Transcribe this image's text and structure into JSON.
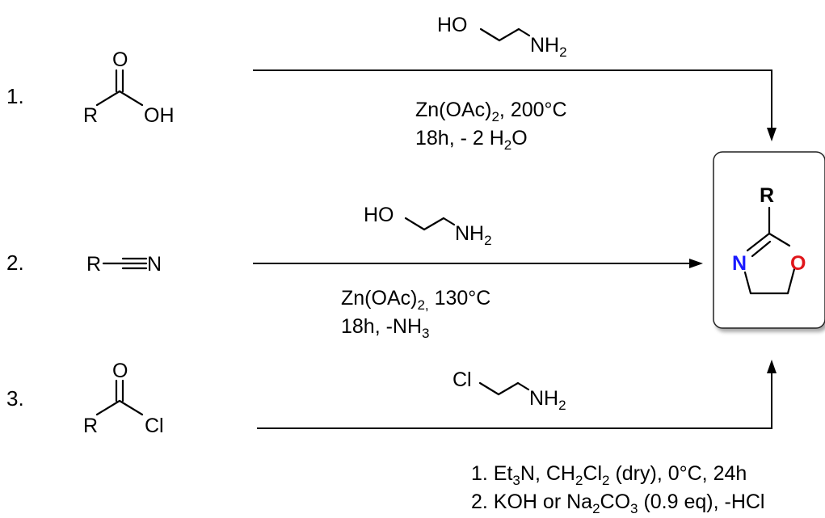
{
  "reactions": [
    {
      "number": "1.",
      "reactant": {
        "R": "R",
        "O": "O",
        "OH": "OH"
      },
      "reagent": {
        "HO": "HO",
        "NH": "NH",
        "sub": "2"
      },
      "conditions": [
        [
          {
            "t": "Zn(OAc)"
          },
          {
            "t": "2",
            "sub": true
          },
          {
            "t": ", 200°C"
          }
        ],
        [
          {
            "t": "18h, - 2 H"
          },
          {
            "t": "2",
            "sub": true
          },
          {
            "t": "O"
          }
        ]
      ]
    },
    {
      "number": "2.",
      "reactant": {
        "R": "R",
        "N": "N"
      },
      "reagent": {
        "HO": "HO",
        "NH": "NH",
        "sub": "2"
      },
      "conditions": [
        [
          {
            "t": "Zn(OAc)"
          },
          {
            "t": "2,",
            "sub": true
          },
          {
            "t": " 130°C"
          }
        ],
        [
          {
            "t": "18h, -NH"
          },
          {
            "t": "3",
            "sub": true
          }
        ]
      ]
    },
    {
      "number": "3.",
      "reactant": {
        "R": "R",
        "O": "O",
        "Cl": "Cl"
      },
      "reagent": {
        "Cl": "Cl",
        "NH": "NH",
        "sub": "2"
      },
      "conditions": [
        [
          {
            "t": "1. Et"
          },
          {
            "t": "3",
            "sub": true
          },
          {
            "t": "N, CH"
          },
          {
            "t": "2",
            "sub": true
          },
          {
            "t": "Cl"
          },
          {
            "t": "2",
            "sub": true
          },
          {
            "t": " (dry), 0°C, 24h"
          }
        ],
        [
          {
            "t": "2. KOH or Na"
          },
          {
            "t": "2",
            "sub": true
          },
          {
            "t": "CO"
          },
          {
            "t": "3",
            "sub": true
          },
          {
            "t": " (0.9 eq), -HCl"
          }
        ]
      ]
    }
  ],
  "product": {
    "R": "R",
    "N": "N",
    "O": "O",
    "colors": {
      "N": "#1a1aff",
      "O": "#e0161b"
    }
  }
}
